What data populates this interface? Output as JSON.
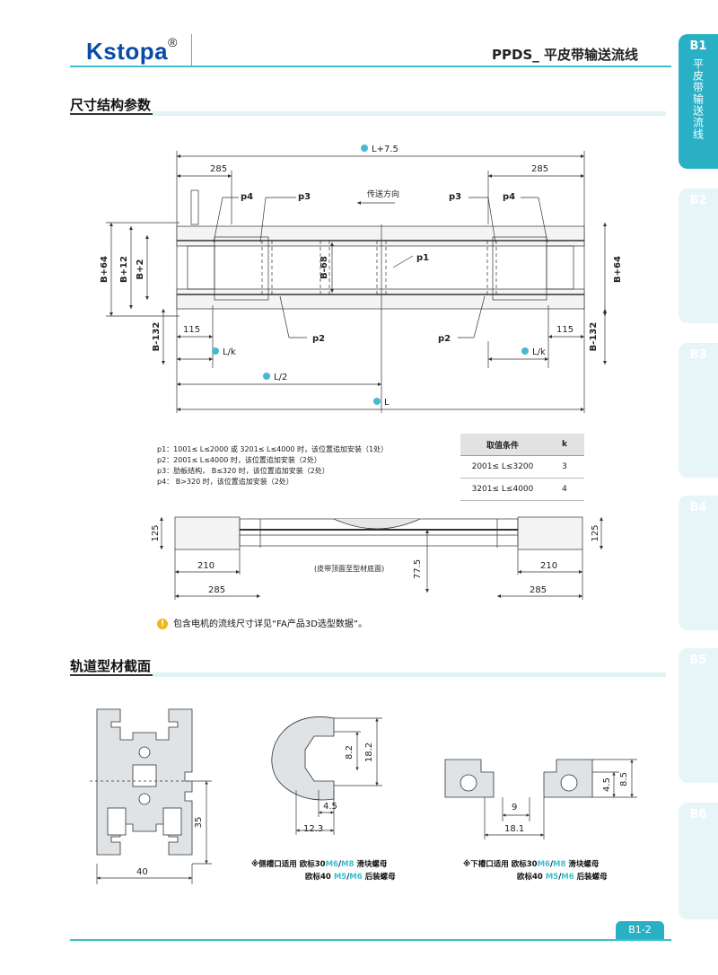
{
  "header": {
    "brand": "Kstopa",
    "reg": "®",
    "title": "PPDS_ 平皮带输送流线"
  },
  "sidetabs": [
    {
      "code": "B1",
      "label": "平皮带输送流线",
      "active": true
    },
    {
      "code": "B2",
      "label": "",
      "active": false
    },
    {
      "code": "B3",
      "label": "",
      "active": false
    },
    {
      "code": "B4",
      "label": "",
      "active": false
    },
    {
      "code": "B5",
      "label": "",
      "active": false
    },
    {
      "code": "B6",
      "label": "",
      "active": false
    }
  ],
  "sections": {
    "dims": "尺寸结构参数",
    "profile": "轨道型材截面"
  },
  "top_drawing": {
    "total": "L+7.5",
    "left_end": "285",
    "right_end": "285",
    "direction": "传送方向",
    "p1": "p1",
    "p2": "p2",
    "p3": "p3",
    "p4": "p4",
    "b64": "B+64",
    "b12": "B+12",
    "b2": "B+2",
    "b68": "B-68",
    "b132": "B-132",
    "d115": "115",
    "lk": "L/k",
    "l2": "L/2",
    "l": "L"
  },
  "notes": [
    "p1：1001≤ L≤2000 或 3201≤ L≤4000 时，该位置追加安装（1处）",
    "p2：2001≤ L≤4000 时，该位置追加安装（2处）",
    "p3：肋板结构， B≤320 时，该位置追加安装（2处）",
    "p4： B>320 时，该位置追加安装（2处）"
  ],
  "k_table": {
    "headers": [
      "取值条件",
      "k"
    ],
    "rows": [
      [
        "2001≤ L≤3200",
        "3"
      ],
      [
        "3201≤ L≤4000",
        "4"
      ]
    ]
  },
  "side_drawing": {
    "h125": "125",
    "d210": "210",
    "d285": "285",
    "d775": "77.5",
    "note": "(皮带顶面至型材底面)"
  },
  "warning": "包含电机的流线尺寸详见“FA产品3D选型数据”。",
  "profile": {
    "w40": "40",
    "h35": "35",
    "d82": "8.2",
    "d182": "18.2",
    "d45": "4.5",
    "d123": "12.3",
    "d9": "9",
    "d181": "18.1",
    "d45b": "4.5",
    "d85": "8.5",
    "cap1a": "※侧槽口适用 欧标30",
    "cap1b": "M6",
    "cap1c": "/",
    "cap1d": "M8",
    "cap1e": " 滑块螺母",
    "cap2a": "欧标40",
    "cap2b": "M5",
    "cap2c": "/",
    "cap2d": "M6",
    "cap2e": " 后装螺母",
    "cap3a": "※下槽口适用 欧标30",
    "cap3b": "M6",
    "cap3c": "/",
    "cap3d": "M8",
    "cap3e": " 滑块螺母",
    "cap4a": "欧标40",
    "cap4b": "M5",
    "cap4c": "/",
    "cap4d": "M6",
    "cap4e": " 后装螺母"
  },
  "footer": {
    "page": "B1-2"
  },
  "colors": {
    "accent": "#2ab0c5",
    "line": "#3bbfd0",
    "logo": "#0a4aa8",
    "warn": "#f2b51c"
  }
}
